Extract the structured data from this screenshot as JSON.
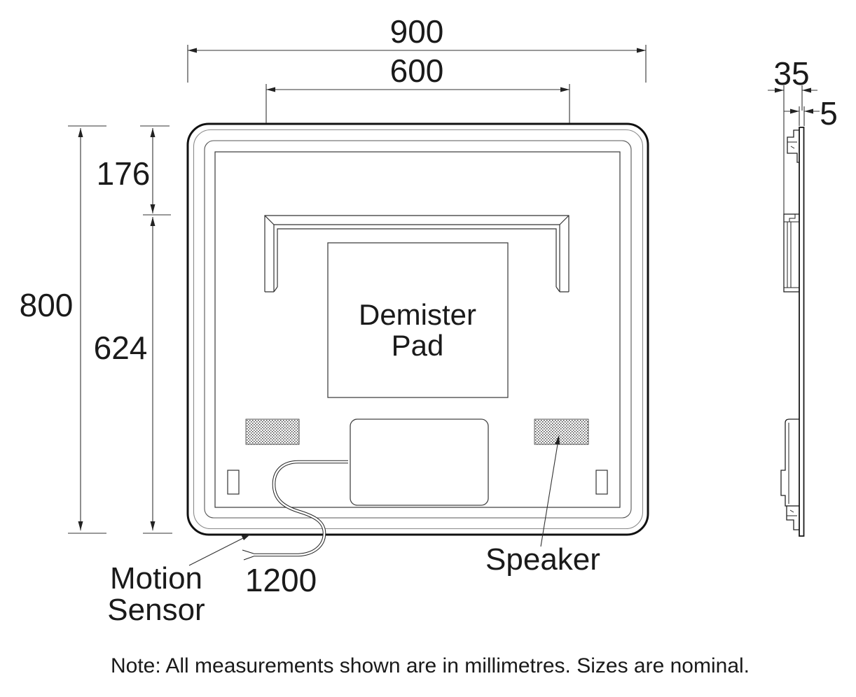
{
  "figure": {
    "type": "technical-dimension-drawing",
    "subject": "illuminated mirror rear view with side profile",
    "dimensions": {
      "overall_width": "900",
      "led_channel_width": "600",
      "overall_height": "800",
      "top_to_channel": "176",
      "channel_to_bottom": "624",
      "depth": "35",
      "glass_thickness": "5",
      "cable_length": "1200"
    },
    "labels": {
      "demister_line1": "Demister",
      "demister_line2": "Pad",
      "motion_sensor_line1": "Motion",
      "motion_sensor_line2": "Sensor",
      "speaker": "Speaker"
    },
    "note": "Note: All measurements shown are in millimetres. Sizes are nominal.",
    "colors": {
      "line_dark": "#111111",
      "line_mid": "#444444",
      "line_dim": "#333333",
      "text": "#1a1a1a",
      "background": "#ffffff"
    }
  }
}
